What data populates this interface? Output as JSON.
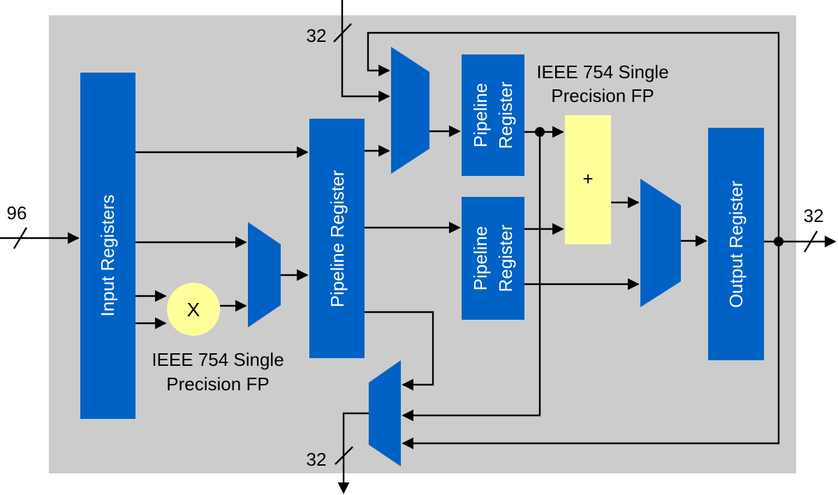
{
  "diagram": {
    "input_registers": "Input Registers",
    "pipeline_register_main": "Pipeline Register",
    "pipeline_register_top": [
      "Pipeline",
      "Register"
    ],
    "pipeline_register_mid": [
      "Pipeline",
      "Register"
    ],
    "output_register": "Output Register",
    "multiplier_symbol": "X",
    "adder_symbol": "+",
    "multiplier_caption": [
      "IEEE 754 Single",
      "Precision FP"
    ],
    "adder_caption": [
      "IEEE 754 Single",
      "Precision FP"
    ],
    "bus_in_width": "96",
    "bus_top_width": "32",
    "bus_bottom_width": "32",
    "bus_out_width": "32"
  },
  "colors": {
    "block": "#0062c4",
    "operator": "#ffff99",
    "background": "#cccccc"
  }
}
